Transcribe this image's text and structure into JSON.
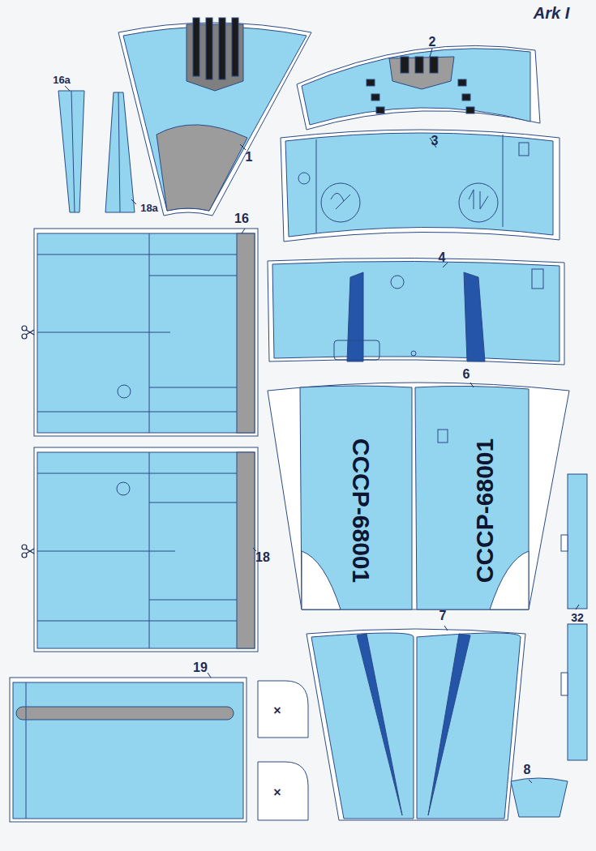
{
  "diagram": {
    "labels": [
      "Ark I",
      "1",
      "2",
      "3",
      "4",
      "16a",
      "18a",
      "16",
      "6",
      "18",
      "СССР-68001",
      "СССР-68001",
      "19",
      "7",
      "32",
      "×",
      "×",
      "8"
    ]
  }
}
